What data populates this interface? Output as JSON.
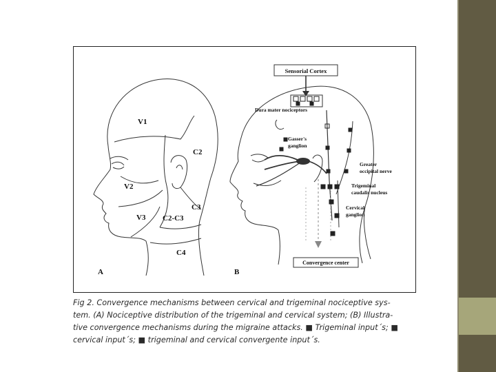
{
  "figure": {
    "panel_a": {
      "panel_label": "A",
      "regions": {
        "v1": "V1",
        "v2": "V2",
        "v3": "V3",
        "c2": "C2",
        "c2c3": "C2-C3",
        "c3": "C3",
        "c4": "C4"
      }
    },
    "panel_b": {
      "panel_label": "B",
      "labels": {
        "sensorial_cortex": "Sensorial Cortex",
        "dura_mater": "Dura mater nociceptors",
        "gasser_1": "Gasser's",
        "gasser_2": "ganglion",
        "occipital_1": "Greater",
        "occipital_2": "occipital nerve",
        "trigeminal_1": "Trigeminal",
        "trigeminal_2": "caudalis nucleus",
        "cervical_1": "Cervical",
        "cervical_2": "ganglion",
        "convergence": "Convergence center"
      }
    },
    "caption_lines": [
      "Fig 2. Convergence mechanisms between cervical and trigeminal nociceptive sys-",
      "tem. (A) Nociceptive distribution of the trigeminal and cervical system; (B) Illustra-",
      "tive convergence mechanisms during the migraine attacks. ■ Trigeminal input´s; ■",
      "cervical input´s; ■ trigeminal and cervical convergente input´s."
    ]
  },
  "colors": {
    "sidebar": "#615b43",
    "sidebar_accent": "#a6a67a"
  }
}
